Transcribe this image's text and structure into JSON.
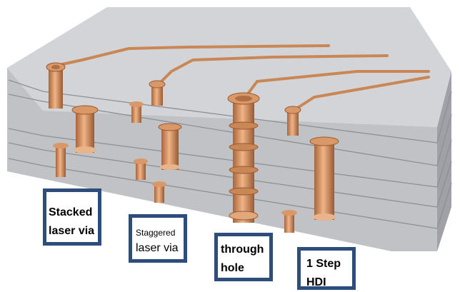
{
  "labels": {
    "stacked": [
      "Stacked",
      "laser via"
    ],
    "staggered": [
      "Staggered",
      "laser via"
    ],
    "through": [
      "through",
      "hole"
    ],
    "hdi": [
      "1 Step",
      "HDI"
    ]
  },
  "colors": {
    "board_top": "#d2d3d6",
    "board_front": "#bcbdc1",
    "board_side": "#9c9ea3",
    "copper": "#c98756",
    "callout_border": "#2d4d7a"
  }
}
